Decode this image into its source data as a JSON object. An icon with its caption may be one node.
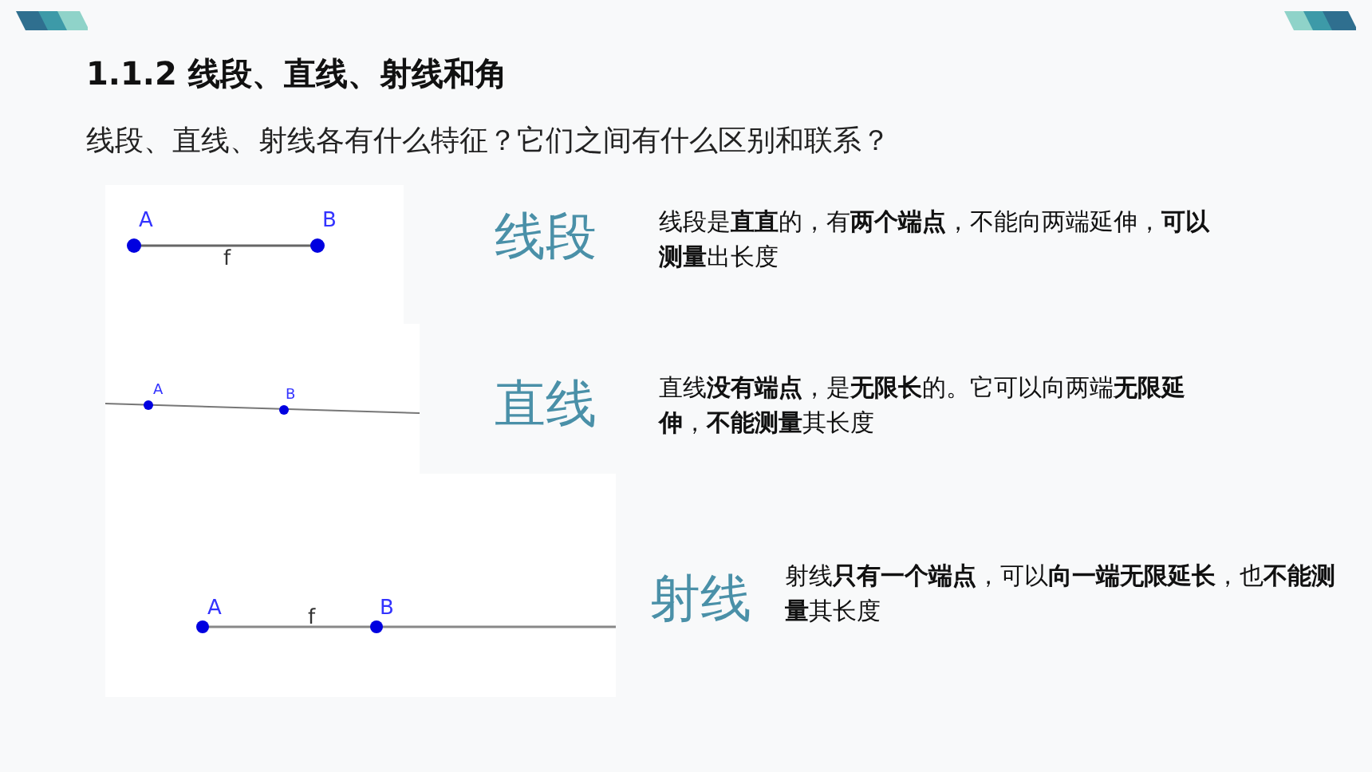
{
  "diagram": {
    "title": "1.1.2 线段、直线、射线和角",
    "labels": [
      "线段、直线、射线各有什么特征？它们之间有什么区别和联系？",
      "A",
      "B",
      "f",
      "线段",
      "线段是**直直**的，有**两个端点**，不能向两端延伸，**可以测量**出长度",
      "A",
      "B",
      "直线",
      "直线**没有端点**，是**无限长**的。它可以向两端**无限延伸**，**不能测量**其长度",
      "A",
      "f",
      "B",
      "射线",
      "射线**只有一个端点**，可以**向一端无限延长**，也**不能测量**其长度"
    ]
  }
}
